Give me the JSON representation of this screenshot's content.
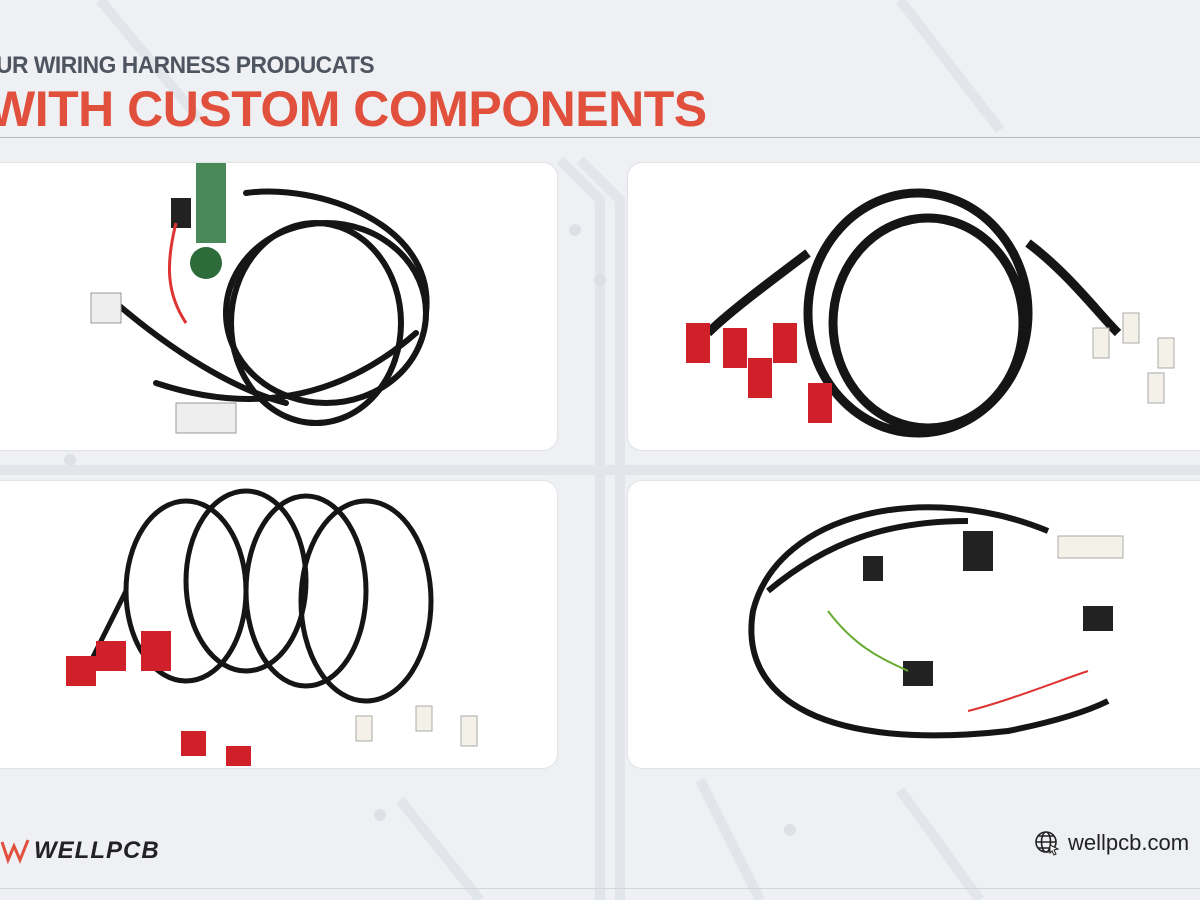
{
  "header": {
    "subtitle": "UR WIRING HARNESS PRODUCATS",
    "title": "WITH CUSTOM COMPONENTS"
  },
  "products": [
    {
      "icon": "wiring-harness-image"
    },
    {
      "icon": "wiring-harness-image"
    },
    {
      "icon": "wiring-harness-image"
    },
    {
      "icon": "wiring-harness-image"
    }
  ],
  "footer": {
    "logo_text": "WELLPCB",
    "website": "wellpcb.com"
  },
  "colors": {
    "accent": "#e0503c",
    "subtitle": "#4e5560",
    "background": "#eef0f3"
  }
}
